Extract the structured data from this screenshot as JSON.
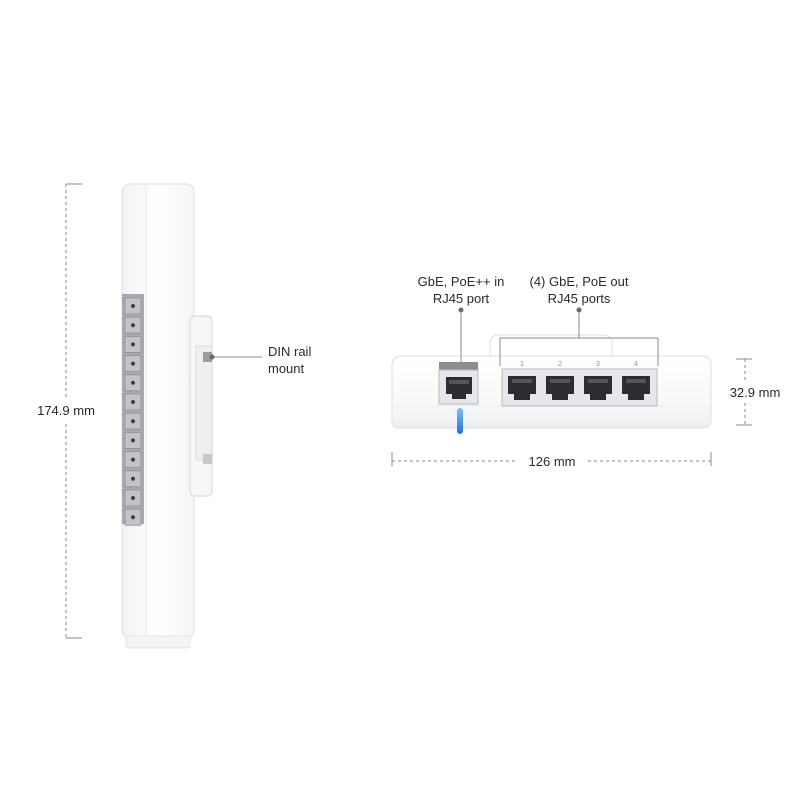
{
  "dimensions": {
    "height": "174.9 mm",
    "width": "126 mm",
    "depth": "32.9 mm"
  },
  "callouts": {
    "din_rail": {
      "line1": "DIN rail",
      "line2": "mount"
    },
    "poe_in": {
      "line1": "GbE, PoE++ in",
      "line2": "RJ45 port"
    },
    "poe_out": {
      "line1": "(4) GbE, PoE out",
      "line2": "RJ45 ports"
    }
  },
  "front_view": {
    "port_labels": [
      "1",
      "2",
      "3",
      "4"
    ]
  },
  "colors": {
    "device_body": "#ffffff",
    "device_edge": "#e2e3e6",
    "status_led": "#1e88ff",
    "dimension_line": "#8a8a8a",
    "vent_gray": "#a9aaad"
  }
}
